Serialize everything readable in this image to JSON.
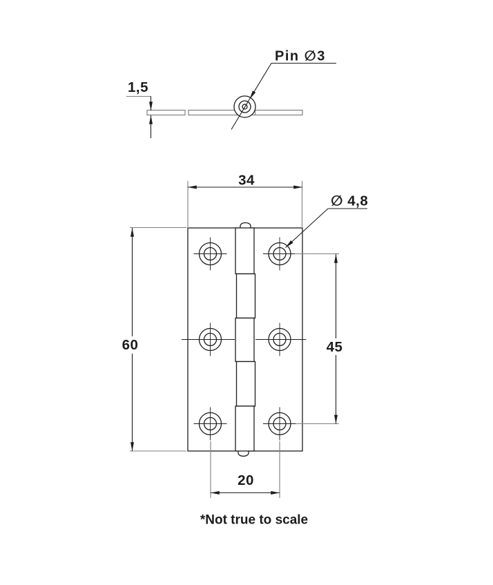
{
  "drawing": {
    "footnote": "*Not true to scale",
    "labels": {
      "pin": "Pin ∅3",
      "hole_diameter": "∅ 4,8"
    },
    "dimensions": {
      "plate_thickness": "1,5",
      "leaf_width": "34",
      "total_height": "60",
      "hole_spacing_vertical": "45",
      "hole_spacing_horizontal": "20"
    },
    "colors": {
      "object_line": "#1c1c1c",
      "extension_line": "#7e7e7e",
      "background": "#ffffff"
    }
  }
}
